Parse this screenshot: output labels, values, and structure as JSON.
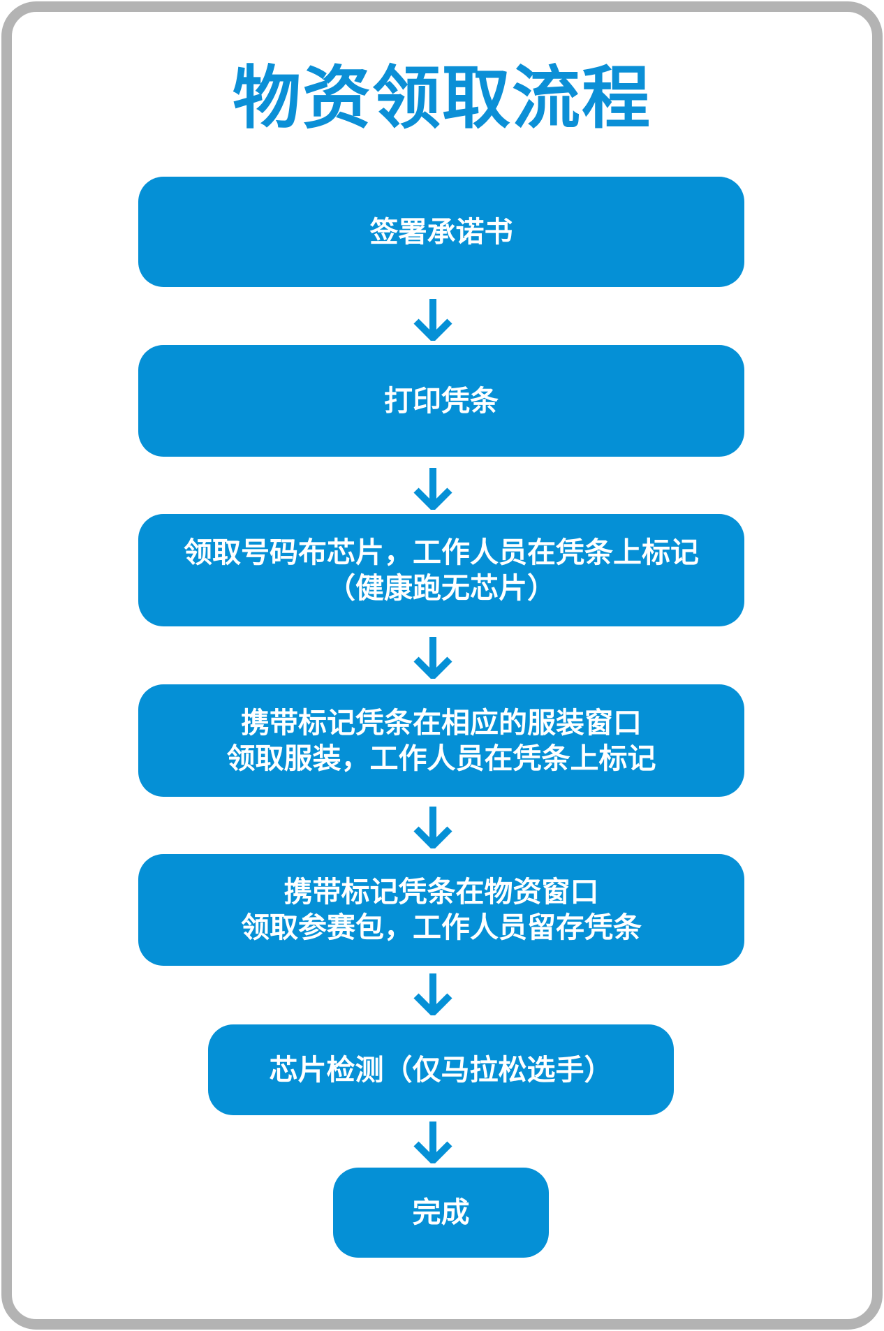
{
  "title": "物资领取流程",
  "steps": [
    {
      "lines": [
        "签署承诺书"
      ]
    },
    {
      "lines": [
        "打印凭条"
      ]
    },
    {
      "lines": [
        "领取号码布芯片，工作人员在凭条上标记",
        "（健康跑无芯片）"
      ]
    },
    {
      "lines": [
        "携带标记凭条在相应的服装窗口",
        "领取服装，工作人员在凭条上标记"
      ]
    },
    {
      "lines": [
        "携带标记凭条在物资窗口",
        "领取参赛包，工作人员留存凭条"
      ]
    },
    {
      "lines": [
        "芯片检测（仅马拉松选手）"
      ]
    },
    {
      "lines": [
        "完成"
      ]
    }
  ],
  "colors": {
    "accent": "#0590d6",
    "frame": "#b3b3b3"
  }
}
